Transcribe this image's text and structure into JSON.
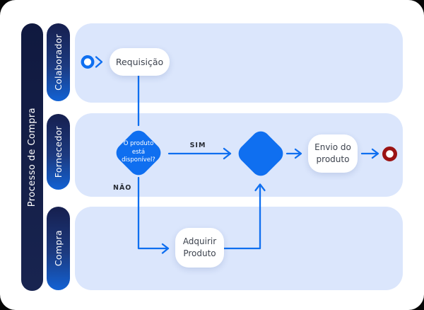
{
  "title": "Processo de Compra",
  "lanes": [
    {
      "id": "colaborador",
      "label": "Colaborador"
    },
    {
      "id": "fornecedor",
      "label": "Fornecedor"
    },
    {
      "id": "compra",
      "label": "Compra"
    }
  ],
  "nodes": {
    "requisicao": {
      "label": "Requisição"
    },
    "decision": {
      "line1": "O produto",
      "line2": "está",
      "line3": "disponível?"
    },
    "envio": {
      "line1": "Envio do",
      "line2": "produto"
    },
    "adquirir": {
      "line1": "Adquirir",
      "line2": "Produto"
    }
  },
  "edge_labels": {
    "sim": "SIM",
    "nao": "NÃO"
  },
  "colors": {
    "accent_blue": "#0f6ff0",
    "navy": "#141f4d",
    "lane_background": "#dbe6fc",
    "end_event_red": "#9b1313",
    "task_text": "#3d434e"
  }
}
